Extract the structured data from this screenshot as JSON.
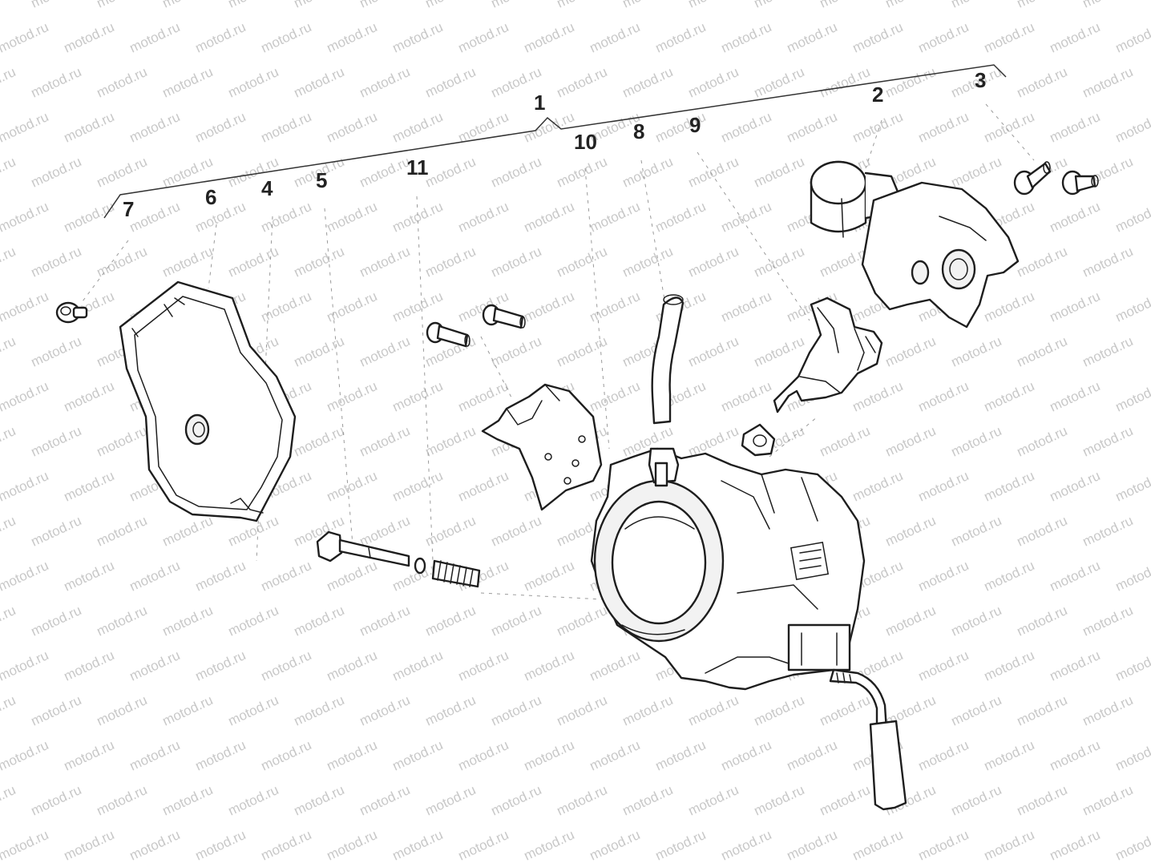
{
  "diagram": {
    "labels": [
      {
        "id": "1",
        "text": "1"
      },
      {
        "id": "2",
        "text": "2"
      },
      {
        "id": "3",
        "text": "3"
      },
      {
        "id": "4",
        "text": "4"
      },
      {
        "id": "5",
        "text": "5"
      },
      {
        "id": "6",
        "text": "6"
      },
      {
        "id": "7",
        "text": "7"
      },
      {
        "id": "8",
        "text": "8"
      },
      {
        "id": "9",
        "text": "9"
      },
      {
        "id": "10",
        "text": "10"
      },
      {
        "id": "11",
        "text": "11"
      }
    ],
    "watermark": {
      "text": "motod.ru"
    },
    "colors": {
      "ink": "#1e1e1e",
      "watermark": "#c8c8c8",
      "background": "#ffffff"
    }
  }
}
